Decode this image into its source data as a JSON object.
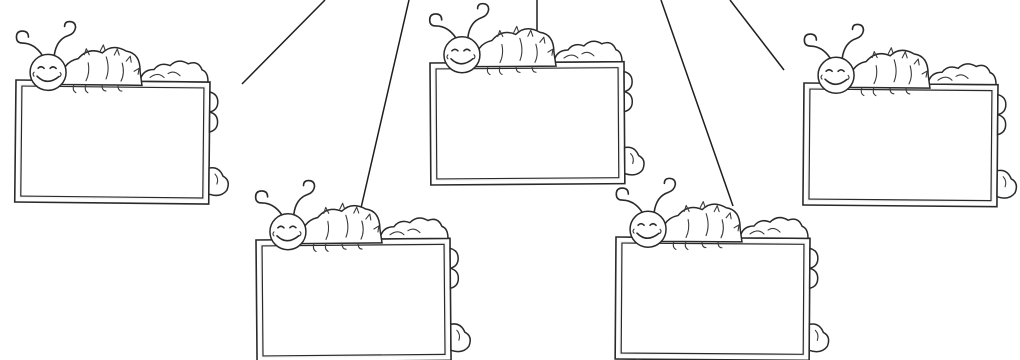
{
  "worksheet": {
    "frames": [
      {
        "id": "frame-1",
        "text": ""
      },
      {
        "id": "frame-2",
        "text": ""
      },
      {
        "id": "frame-3",
        "text": ""
      },
      {
        "id": "frame-4",
        "text": ""
      },
      {
        "id": "frame-5",
        "text": ""
      }
    ],
    "connector_count": 5,
    "colors": {
      "ink": "#2a2a2a",
      "paper": "#ffffff",
      "frame_gap": "#f4f4f4"
    }
  }
}
